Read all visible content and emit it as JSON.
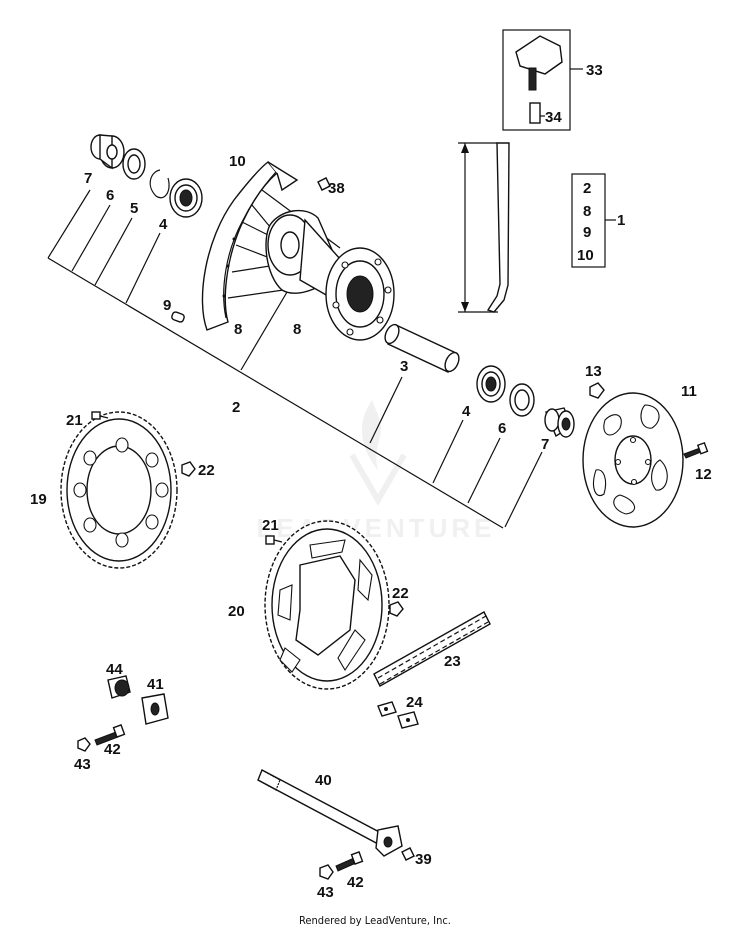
{
  "callouts": [
    {
      "id": "c33",
      "text": "33"
    },
    {
      "id": "c34",
      "text": "34"
    },
    {
      "id": "c10a",
      "text": "10"
    },
    {
      "id": "c38",
      "text": "38"
    },
    {
      "id": "c7a",
      "text": "7"
    },
    {
      "id": "c6a",
      "text": "6"
    },
    {
      "id": "c5",
      "text": "5"
    },
    {
      "id": "c4a",
      "text": "4"
    },
    {
      "id": "cg2",
      "text": "2"
    },
    {
      "id": "cg8",
      "text": "8"
    },
    {
      "id": "cg9",
      "text": "9"
    },
    {
      "id": "cg10",
      "text": "10"
    },
    {
      "id": "c1",
      "text": "1"
    },
    {
      "id": "c9",
      "text": "9"
    },
    {
      "id": "c8a",
      "text": "8"
    },
    {
      "id": "c8b",
      "text": "8"
    },
    {
      "id": "c3",
      "text": "3"
    },
    {
      "id": "c2",
      "text": "2"
    },
    {
      "id": "c13",
      "text": "13"
    },
    {
      "id": "c11",
      "text": "11"
    },
    {
      "id": "c4b",
      "text": "4"
    },
    {
      "id": "c6b",
      "text": "6"
    },
    {
      "id": "c7b",
      "text": "7"
    },
    {
      "id": "c12",
      "text": "12"
    },
    {
      "id": "c21a",
      "text": "21"
    },
    {
      "id": "c22a",
      "text": "22"
    },
    {
      "id": "c19",
      "text": "19"
    },
    {
      "id": "c21b",
      "text": "21"
    },
    {
      "id": "c20",
      "text": "20"
    },
    {
      "id": "c22b",
      "text": "22"
    },
    {
      "id": "c23",
      "text": "23"
    },
    {
      "id": "c24",
      "text": "24"
    },
    {
      "id": "c44",
      "text": "44"
    },
    {
      "id": "c41",
      "text": "41"
    },
    {
      "id": "c42a",
      "text": "42"
    },
    {
      "id": "c43a",
      "text": "43"
    },
    {
      "id": "c40",
      "text": "40"
    },
    {
      "id": "c39",
      "text": "39"
    },
    {
      "id": "c43b",
      "text": "43"
    },
    {
      "id": "c42b",
      "text": "42"
    }
  ],
  "watermark": "LEADVENTURE",
  "footer": "Rendered by LeadVenture, Inc."
}
